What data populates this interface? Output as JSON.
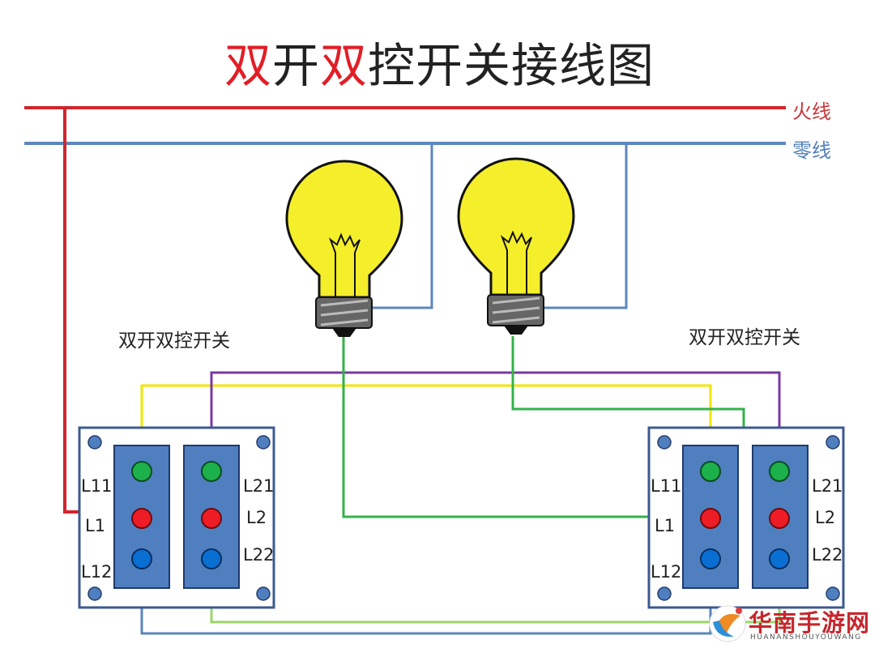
{
  "title": {
    "parts": [
      {
        "text": "双",
        "color": "#e21e26"
      },
      {
        "text": "开",
        "color": "#222222"
      },
      {
        "text": "双",
        "color": "#e21e26"
      },
      {
        "text": "控开关接线图",
        "color": "#222222"
      }
    ]
  },
  "wires": {
    "live_label": "火线",
    "neutral_label": "零线",
    "colors": {
      "live": "#d0262c",
      "neutral": "#5b87bd",
      "yellow": "#f2e600",
      "purple": "#7a3aa0",
      "green": "#33b24a",
      "blue": "#5b87bd",
      "lightgreen": "#9bd46a"
    }
  },
  "bulb_colors": {
    "glass": "#f5ee2a",
    "base": "#666666"
  },
  "switch_left": {
    "title": "双开双控开关",
    "labels": {
      "l11": "L11",
      "l1": "L1",
      "l12": "L12",
      "l21": "L21",
      "l2": "L2",
      "l22": "L22"
    }
  },
  "switch_right": {
    "title": "双开双控开关",
    "labels": {
      "l11": "L11",
      "l1": "L1",
      "l12": "L12",
      "l21": "L21",
      "l2": "L2",
      "l22": "L22"
    }
  },
  "watermark": {
    "name": "华南手游网",
    "sub": "HUANANSHOUYOUWANG"
  }
}
